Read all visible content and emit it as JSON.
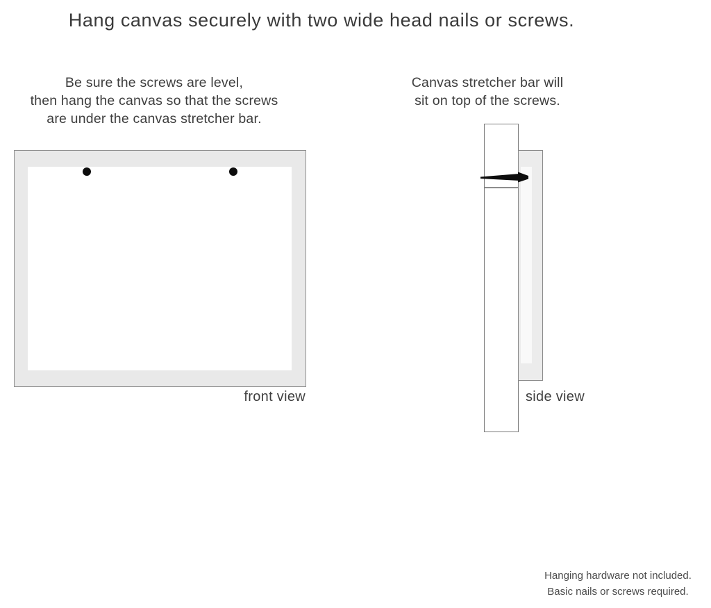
{
  "title": "Hang canvas securely with two wide head nails or screws.",
  "instructions": {
    "left": [
      "Be sure the screws are level,",
      "then hang the canvas so that the screws",
      "are under the canvas stretcher bar."
    ],
    "right": [
      "Canvas stretcher bar will",
      "sit on top of the screws."
    ]
  },
  "diagrams": {
    "front": {
      "label": "front view",
      "nail_count": 2
    },
    "side": {
      "label": "side view"
    }
  },
  "footer": [
    "Hanging hardware not included.",
    "Basic nails or screws required."
  ],
  "colors": {
    "background": "#ffffff",
    "canvas_margin_gray": "#e9e9e9",
    "outline_gray": "#8f8f8f",
    "text_dark": "#3a3a3a",
    "footer_text": "#4b4b4b",
    "nail_black": "#0d0d0d"
  }
}
